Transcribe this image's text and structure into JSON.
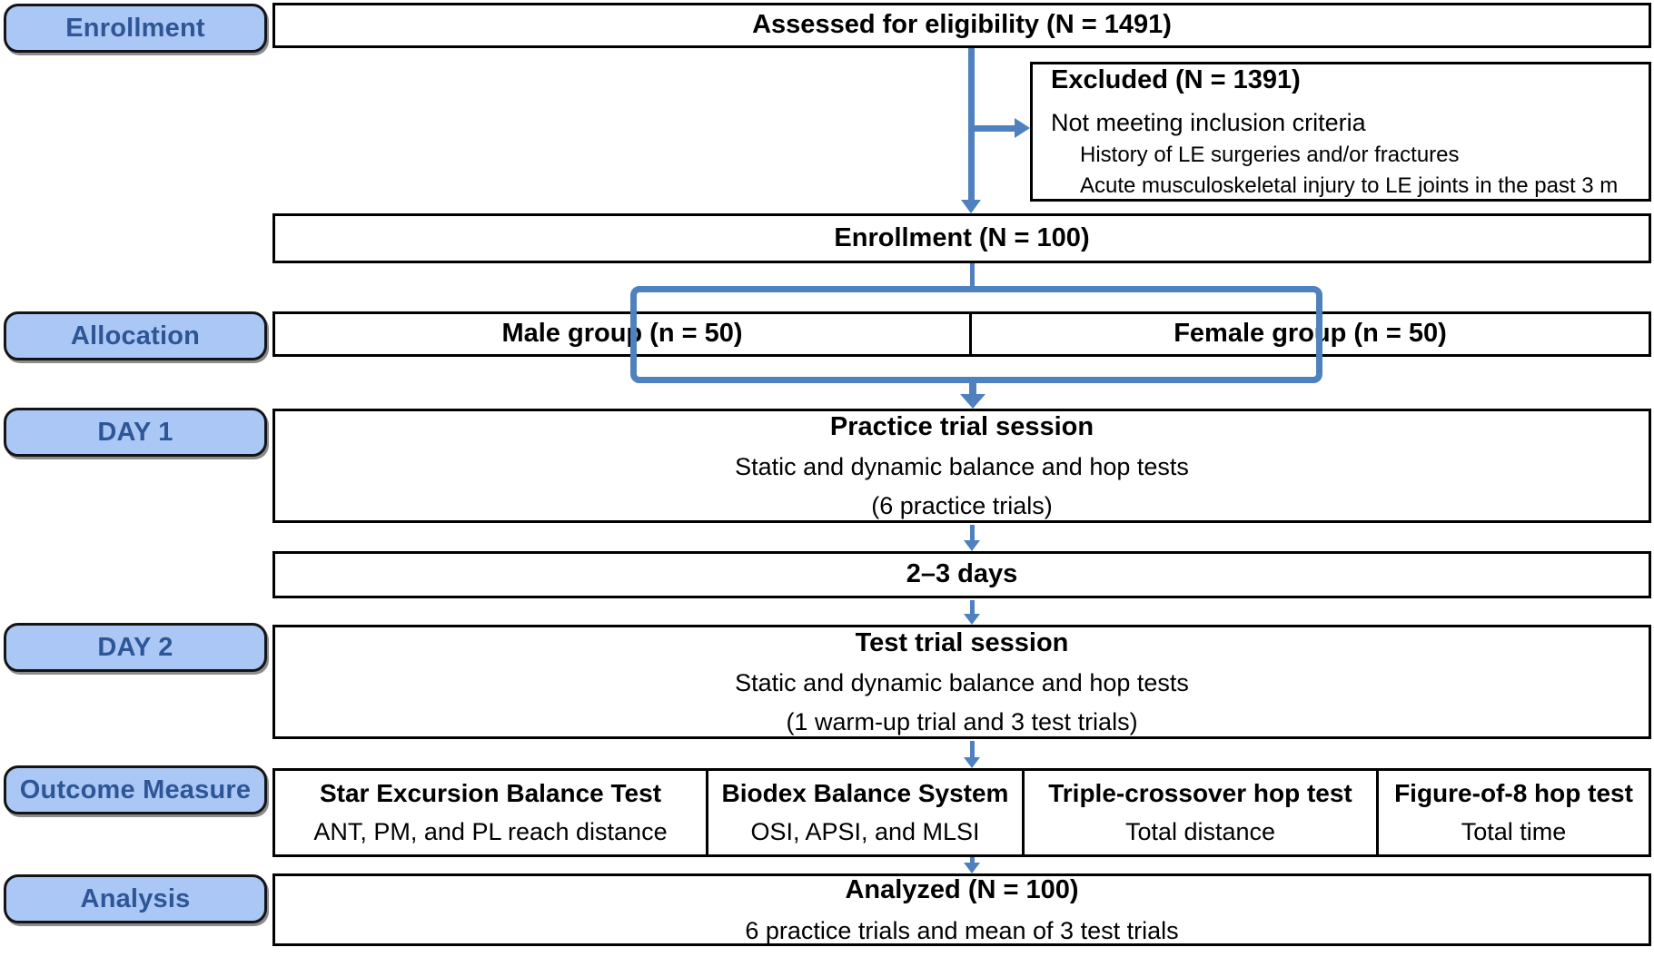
{
  "palette": {
    "label_fill": "#ABC7F5",
    "label_text": "#2E5697",
    "arrow_blue": "#4E81BD",
    "box_border": "#000000",
    "background": "#FFFFFF"
  },
  "side_labels": [
    {
      "label": "Enrollment"
    },
    {
      "label": "Allocation"
    },
    {
      "label": "DAY 1"
    },
    {
      "label": "DAY 2"
    },
    {
      "label": "Outcome Measure"
    },
    {
      "label": "Analysis"
    }
  ],
  "flow": {
    "assessed": {
      "title": "Assessed for eligibility (N = 1491)"
    },
    "excluded": {
      "title": "Excluded (N = 1391)",
      "reason": "Not meeting inclusion criteria",
      "details": [
        "History of LE surgeries and/or fractures",
        "Acute musculoskeletal injury to LE joints in the past 3 m"
      ]
    },
    "enrollment": {
      "title": "Enrollment (N = 100)"
    },
    "allocation": {
      "male": "Male group (n = 50)",
      "female": "Female group (n = 50)"
    },
    "practice": {
      "title": "Practice trial session",
      "line1": "Static and dynamic balance and hop tests",
      "line2": "(6 practice trials)"
    },
    "interval": {
      "title": "2–3 days"
    },
    "test": {
      "title": "Test trial session",
      "line1": "Static and dynamic balance and hop tests",
      "line2": "(1 warm-up trial and 3 test trials)"
    },
    "outcomes": [
      {
        "title": "Star Excursion Balance Test",
        "measure": "ANT, PM, and PL reach distance"
      },
      {
        "title": "Biodex Balance System",
        "measure": "OSI, APSI, and MLSI"
      },
      {
        "title": "Triple-crossover hop test",
        "measure": "Total distance"
      },
      {
        "title": "Figure-of-8 hop test",
        "measure": "Total time"
      }
    ],
    "analysis": {
      "title": "Analyzed (N = 100)",
      "line1": "6 practice trials and mean of 3 test trials"
    }
  }
}
